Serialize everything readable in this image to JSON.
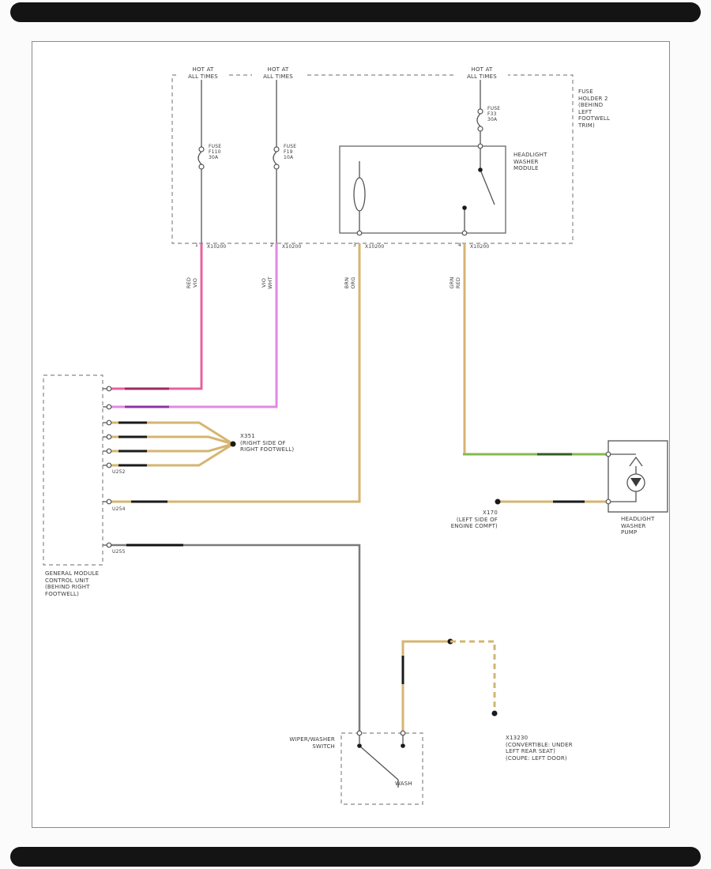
{
  "diagram": {
    "hot_labels": [
      "HOT AT\nALL TIMES",
      "HOT AT\nALL TIMES",
      "HOT AT\nALL TIMES"
    ],
    "fuses": [
      {
        "label": "FUSE\nF110\n30A"
      },
      {
        "label": "FUSE\nF19\n10A"
      },
      {
        "label": "FUSE\nF33\n30A"
      }
    ],
    "fuse_holder": "FUSE\nHOLDER 2\n(BEHIND\nLEFT\nFOOTWELL\nTRIM)",
    "washer_module": "HEADLIGHT\nWASHER\nMODULE",
    "connectors": [
      {
        "pin": "1",
        "name": "X10200",
        "color": "RED\nVIO"
      },
      {
        "pin": "2",
        "name": "X10200",
        "color": "VIO\nWHT"
      },
      {
        "pin": "3",
        "name": "X10200",
        "color": "BRN\nORG"
      },
      {
        "pin": "4",
        "name": "X10200",
        "color": "GRN\nRED"
      }
    ],
    "general_module": {
      "label": "GENERAL MODULE\nCONTROL UNIT\n(BEHIND RIGHT\nFOOTWELL)",
      "pin_labels": [
        "U252",
        "U254",
        "U255"
      ]
    },
    "splice_x351": "X351\n(RIGHT SIDE OF\nRIGHT FOOTWELL)",
    "splice_x170": "X170\n(LEFT SIDE OF\nENGINE COMPT)",
    "connector_x13230": "X13230\n(CONVERTIBLE: UNDER\nLEFT REAR SEAT)\n(COUPE: LEFT DOOR)",
    "pump_label": "HEADLIGHT\nWASHER\nPUMP",
    "switch_label": "WIPER/WASHER\nSWITCH",
    "switch_position": "WASH",
    "wire_colors": {
      "red_vio": "#e8619c",
      "vio_wht": "#df8ae4",
      "tan": "#d6b571",
      "green": "#85b94e",
      "dark": "#7a7a7a"
    }
  }
}
